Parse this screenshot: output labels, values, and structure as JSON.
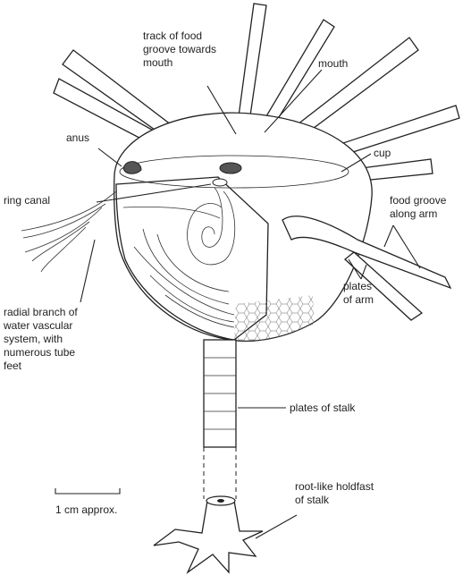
{
  "labels": {
    "track_food_groove": [
      "track of food",
      "groove towards",
      "mouth"
    ],
    "mouth": "mouth",
    "anus": "anus",
    "cup": "cup",
    "ring_canal": "ring canal",
    "food_groove_arm": [
      "food groove",
      "along arm"
    ],
    "plates_of_arm": [
      "plates",
      "of arm"
    ],
    "radial_branch": [
      "radial branch of",
      "water vascular",
      "system, with",
      "numerous tube",
      "feet"
    ],
    "plates_of_stalk": "plates of stalk",
    "holdfast": [
      "root-like holdfast",
      "of stalk"
    ],
    "scale": "1 cm approx."
  }
}
